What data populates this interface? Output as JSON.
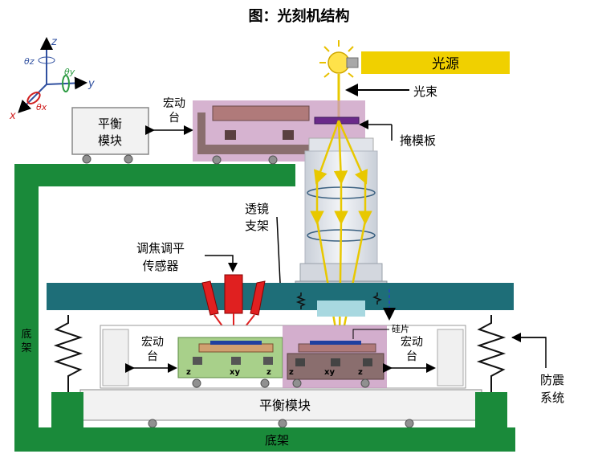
{
  "title": "图：光刻机结构",
  "labels": {
    "light_source": "光源",
    "light_beam": "光束",
    "mask": "掩模板",
    "lens_support_1": "透镜",
    "lens_support_2": "支架",
    "focus_sensor_1": "调焦调平",
    "focus_sensor_2": "传感器",
    "silicon_wafer": "硅片",
    "macro_stage_top_1": "宏动",
    "macro_stage_top_2": "台",
    "macro_stage_left_1": "宏动",
    "macro_stage_left_2": "台",
    "macro_stage_right_1": "宏动",
    "macro_stage_right_2": "台",
    "balance_mass_top_1": "平衡",
    "balance_mass_top_2": "模块",
    "balance_mass_bottom": "平衡模块",
    "base_frame_bottom": "底架",
    "base_frame_side_1": "底",
    "base_frame_side_2": "架",
    "anti_vibration_1": "防震",
    "anti_vibration_2": "系统",
    "stage_z_left_1": "z",
    "stage_xy_left": "xy",
    "stage_z_left_2": "z",
    "stage_z_right_1": "z",
    "stage_xy_right": "xy",
    "stage_z_right_2": "z"
  },
  "axes": {
    "z": "z",
    "y": "y",
    "x": "x",
    "theta_z": "θz",
    "theta_y": "θy",
    "theta_x": "θx"
  },
  "colors": {
    "frame_green": "#1a8a3a",
    "optics_teal": "#1e6e78",
    "light_yellow": "#f0d000",
    "light_beam": "#e8c800",
    "highlight_pink": "#c89ac0",
    "stage_brown": "#b07a7a",
    "sensor_red": "#e02020",
    "stage_green": "#a8d08a",
    "lens_gray": "#d8dde4"
  }
}
